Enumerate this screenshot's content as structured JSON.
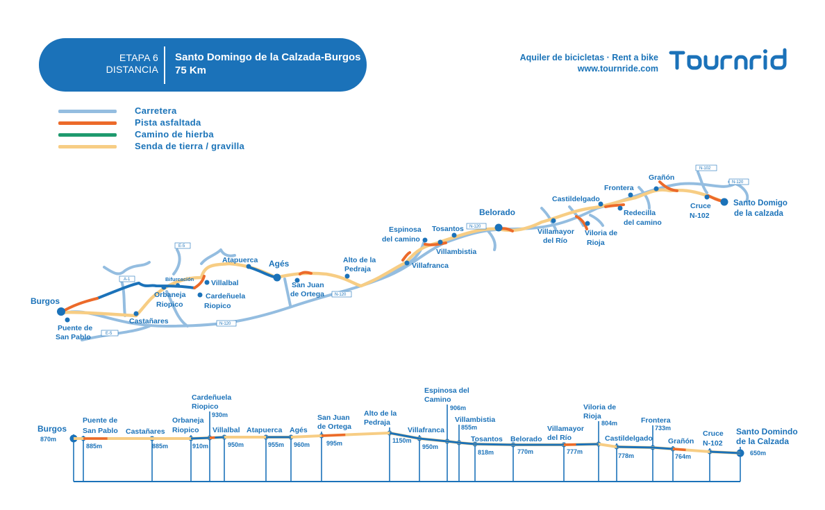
{
  "header": {
    "stage_label": "ETAPA 6",
    "distance_label": "DISTANCIA",
    "route_title": "Santo Domingo de la Calzada-Burgos",
    "distance_value": "75 Km"
  },
  "brand": {
    "tagline": "Aquiler de bicicletas · Rent a bike",
    "url": "www.tournride.com",
    "logo_text": "TOURnRIDE"
  },
  "colors": {
    "road": "#94bde0",
    "paved_track": "#ec6a2a",
    "grass_path": "#1f9a6e",
    "dirt_path": "#f7cd84",
    "main_blue": "#1b72b9"
  },
  "legend": [
    {
      "label": "Carretera",
      "color": "#94bde0"
    },
    {
      "label": "Pista asfaltada",
      "color": "#ec6a2a"
    },
    {
      "label": "Camino de hierba",
      "color": "#1f9a6e"
    },
    {
      "label": "Senda de tierra / gravilla",
      "color": "#f7cd84"
    }
  ],
  "map": {
    "places": [
      {
        "name": "Burgos",
        "line2": ""
      },
      {
        "name": "Puente de",
        "line2": "San Pablo"
      },
      {
        "name": "Castañares",
        "line2": ""
      },
      {
        "name": "Orbaneja",
        "line2": "Riopico"
      },
      {
        "name": "Bifurcación",
        "line2": ""
      },
      {
        "name": "Villalbal",
        "line2": ""
      },
      {
        "name": "Cardeñuela",
        "line2": "Riopico"
      },
      {
        "name": "Atapuerca",
        "line2": ""
      },
      {
        "name": "Agés",
        "line2": ""
      },
      {
        "name": "San Juan",
        "line2": "de Ortega"
      },
      {
        "name": "Alto de la",
        "line2": "Pedraja"
      },
      {
        "name": "Villafranca",
        "line2": ""
      },
      {
        "name": "Espinosa",
        "line2": "del camino"
      },
      {
        "name": "Tosantos",
        "line2": ""
      },
      {
        "name": "Villambistia",
        "line2": ""
      },
      {
        "name": "Belorado",
        "line2": ""
      },
      {
        "name": "Villamayor",
        "line2": "del Río"
      },
      {
        "name": "Castildelgado",
        "line2": ""
      },
      {
        "name": "Viloria de",
        "line2": "Rioja"
      },
      {
        "name": "Redecilla",
        "line2": "del camino"
      },
      {
        "name": "Frontera",
        "line2": ""
      },
      {
        "name": "Grañón",
        "line2": ""
      },
      {
        "name": "Cruce",
        "line2": "N-102"
      },
      {
        "name": "Santo Domigo",
        "line2": "de la calzada"
      }
    ],
    "road_labels": [
      "E-5",
      "A-1",
      "E-5",
      "N-120",
      "N-120",
      "N-120",
      "N-102",
      "N-120"
    ]
  },
  "profile": {
    "points": [
      {
        "line1": "Burgos",
        "line2": "",
        "elevation": "870m"
      },
      {
        "line1": "Puente de",
        "line2": "San Pablo",
        "elevation": "885m"
      },
      {
        "line1": "Castañares",
        "line2": "",
        "elevation": "885m"
      },
      {
        "line1": "Orbaneja",
        "line2": "Riopico",
        "elevation": "910m"
      },
      {
        "line1": "Cardeñuela",
        "line2": "Riopico",
        "elevation": "930m"
      },
      {
        "line1": "Villalbal",
        "line2": "",
        "elevation": "950m"
      },
      {
        "line1": "Atapuerca",
        "line2": "",
        "elevation": "955m"
      },
      {
        "line1": "Agés",
        "line2": "",
        "elevation": "960m"
      },
      {
        "line1": "San Juan",
        "line2": "de Ortega",
        "elevation": "995m"
      },
      {
        "line1": "Alto de la",
        "line2": "Pedraja",
        "elevation": "1150m"
      },
      {
        "line1": "Villafranca",
        "line2": "",
        "elevation": "950m"
      },
      {
        "line1": "Espinosa del",
        "line2": "Camino",
        "elevation": "906m"
      },
      {
        "line1": "Villambistia",
        "line2": "",
        "elevation": "855m"
      },
      {
        "line1": "Tosantos",
        "line2": "",
        "elevation": "818m"
      },
      {
        "line1": "Belorado",
        "line2": "",
        "elevation": "770m"
      },
      {
        "line1": "Villamayor",
        "line2": "del Río",
        "elevation": "777m"
      },
      {
        "line1": "Viloria de",
        "line2": "Rioja",
        "elevation": "804m"
      },
      {
        "line1": "Castildelgado",
        "line2": "",
        "elevation": "778m"
      },
      {
        "line1": "Frontera",
        "line2": "",
        "elevation": "733m"
      },
      {
        "line1": "Grañón",
        "line2": "",
        "elevation": "764m"
      },
      {
        "line1": "Cruce",
        "line2": "N-102",
        "elevation": ""
      },
      {
        "line1": "Santo Domindo",
        "line2": "de la Calzada",
        "elevation": "650m"
      }
    ]
  }
}
